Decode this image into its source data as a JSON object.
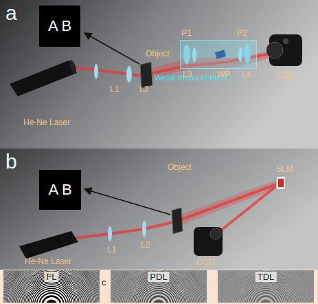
{
  "diagram": {
    "nodes": [
      {
        "text": [
          "A B"
        ]
      },
      {
        "text": [
          "Weak measurement"
        ]
      },
      {
        "text": [
          "A B"
        ]
      },
      {
        "text": [
          "FL"
        ]
      },
      {
        "text": [
          "PDL"
        ]
      },
      {
        "text": [
          "TDL"
        ]
      }
    ],
    "labels": [
      "a",
      "Object",
      "P1",
      "P2",
      "He-Ne Laser",
      "L1",
      "L2",
      "L3",
      "WP",
      "L4",
      "CCD",
      "b",
      "Object",
      "SLM",
      "He-Ne Laser",
      "L1",
      "L2",
      "CCD",
      "c"
    ]
  }
}
